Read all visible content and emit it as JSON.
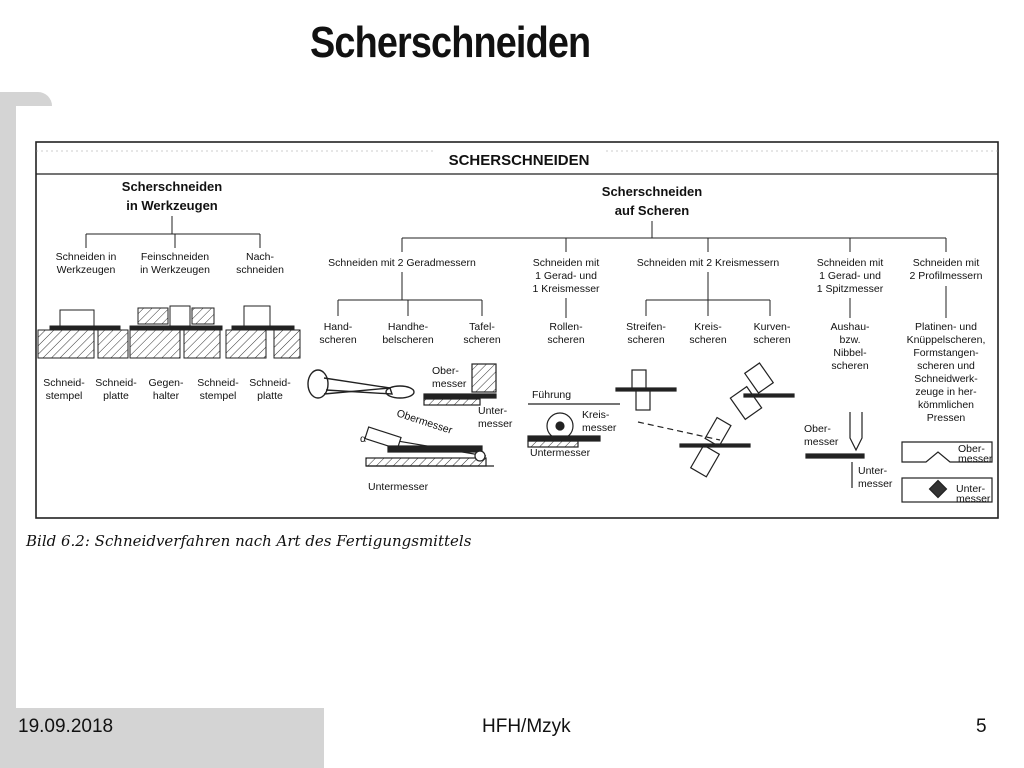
{
  "slide": {
    "title": "Scherschneiden",
    "footer": {
      "date": "19.09.2018",
      "author": "HFH/Mzyk",
      "page": "5"
    }
  },
  "figure": {
    "header": "SCHERSCHNEIDEN",
    "caption": "Bild 6.2: Schneidverfahren nach Art des Fertigungsmittels",
    "left_group": {
      "title": [
        "Scherschneiden",
        "in Werkzeugen"
      ],
      "methods": [
        [
          "Schneiden in",
          "Werkzeugen"
        ],
        [
          "Feinschneiden",
          "in Werkzeugen"
        ],
        [
          "Nach-",
          "schneiden"
        ]
      ],
      "part_labels": [
        [
          "Schneid-",
          "stempel"
        ],
        [
          "Schneid-",
          "platte"
        ],
        [
          "Gegen-",
          "halter"
        ],
        [
          "Schneid-",
          "stempel"
        ],
        [
          "Schneid-",
          "platte"
        ]
      ]
    },
    "right_group": {
      "title": [
        "Scherschneiden",
        "auf Scheren"
      ],
      "methods": [
        [
          "Schneiden mit 2 Geradmessern"
        ],
        [
          "Schneiden mit",
          "1 Gerad- und",
          "1 Kreismesser"
        ],
        [
          "Schneiden mit 2 Kreismessern"
        ],
        [
          "Schneiden mit",
          "1 Gerad- und",
          "1 Spitzmesser"
        ],
        [
          "Schneiden mit",
          "2 Profilmessern"
        ]
      ],
      "gerad_sub": [
        [
          "Hand-",
          "scheren"
        ],
        [
          "Handhe-",
          "belscheren"
        ],
        [
          "Tafel-",
          "scheren"
        ]
      ],
      "kreis1_sub": [
        [
          "Rollen-",
          "scheren"
        ]
      ],
      "kreis2_sub": [
        [
          "Streifen-",
          "scheren"
        ],
        [
          "Kreis-",
          "scheren"
        ],
        [
          "Kurven-",
          "scheren"
        ]
      ],
      "spitz_sub": [
        [
          "Aushau-",
          "bzw.",
          "Nibbel-",
          "scheren"
        ]
      ],
      "profil_sub": [
        [
          "Platinen- und",
          "Knüppelscheren,",
          "Formstangen-",
          "scheren und",
          "Schneidwerk-",
          "zeuge in her-",
          "kömmlichen",
          "Pressen"
        ]
      ]
    },
    "sketch_labels": {
      "obermesser": [
        "Ober-",
        "messer"
      ],
      "untermesser": [
        "Unter-",
        "messer"
      ],
      "obermesser_diag": "Obermesser",
      "untermesser_word": "Untermesser",
      "alpha": "α",
      "fuehrung": "Führung",
      "kreismesser": [
        "Kreis-",
        "messer"
      ],
      "untermesser_rollen": "Untermesser",
      "spitz_obermesser": [
        "Ober-",
        "messer"
      ],
      "spitz_untermesser": [
        "Unter-",
        "messer"
      ],
      "profil_obermesser": [
        "Ober-",
        "messer"
      ],
      "profil_untermesser": [
        "Unter-",
        "messer"
      ]
    }
  }
}
